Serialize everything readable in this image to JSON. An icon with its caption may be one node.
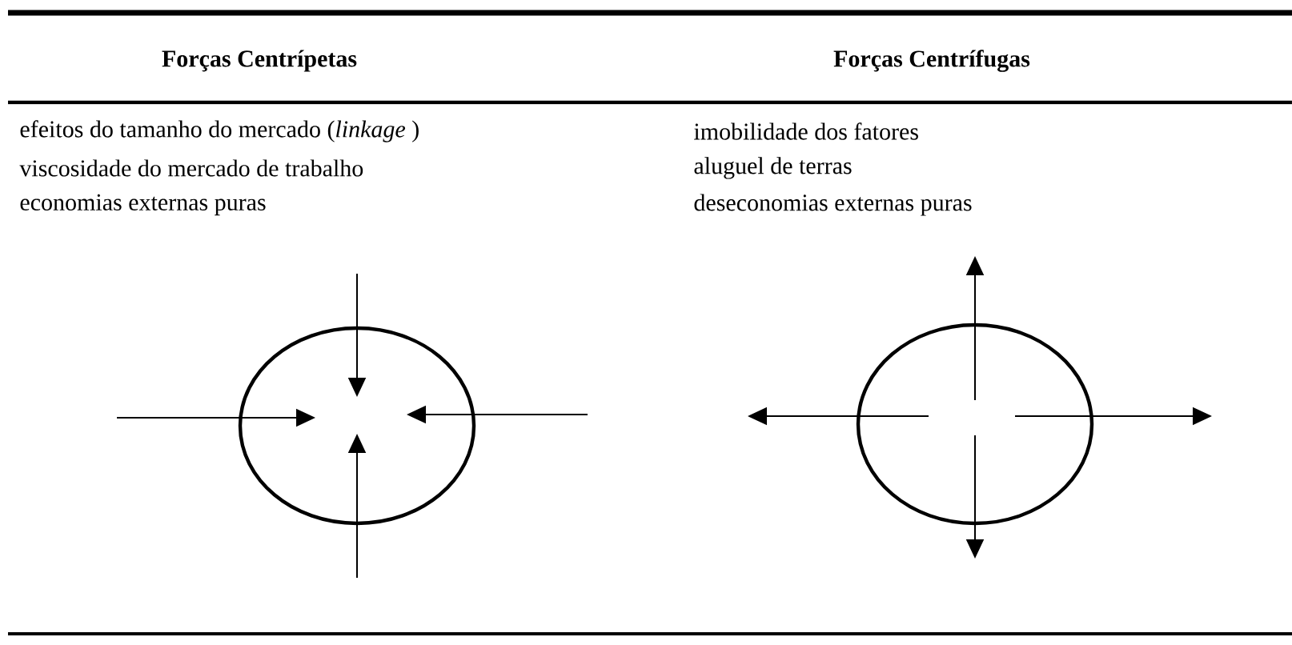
{
  "diagram": {
    "labels": [
      "Forças Centrípetas",
      "Forças Centrífugas",
      "efeitos do tamanho do mercado (*linkage* )",
      "imobilidade dos fatores",
      "viscosidade do mercado de trabalho",
      "aluguel de terras",
      "economias externas puras",
      "deseconomias externas puras"
    ]
  }
}
